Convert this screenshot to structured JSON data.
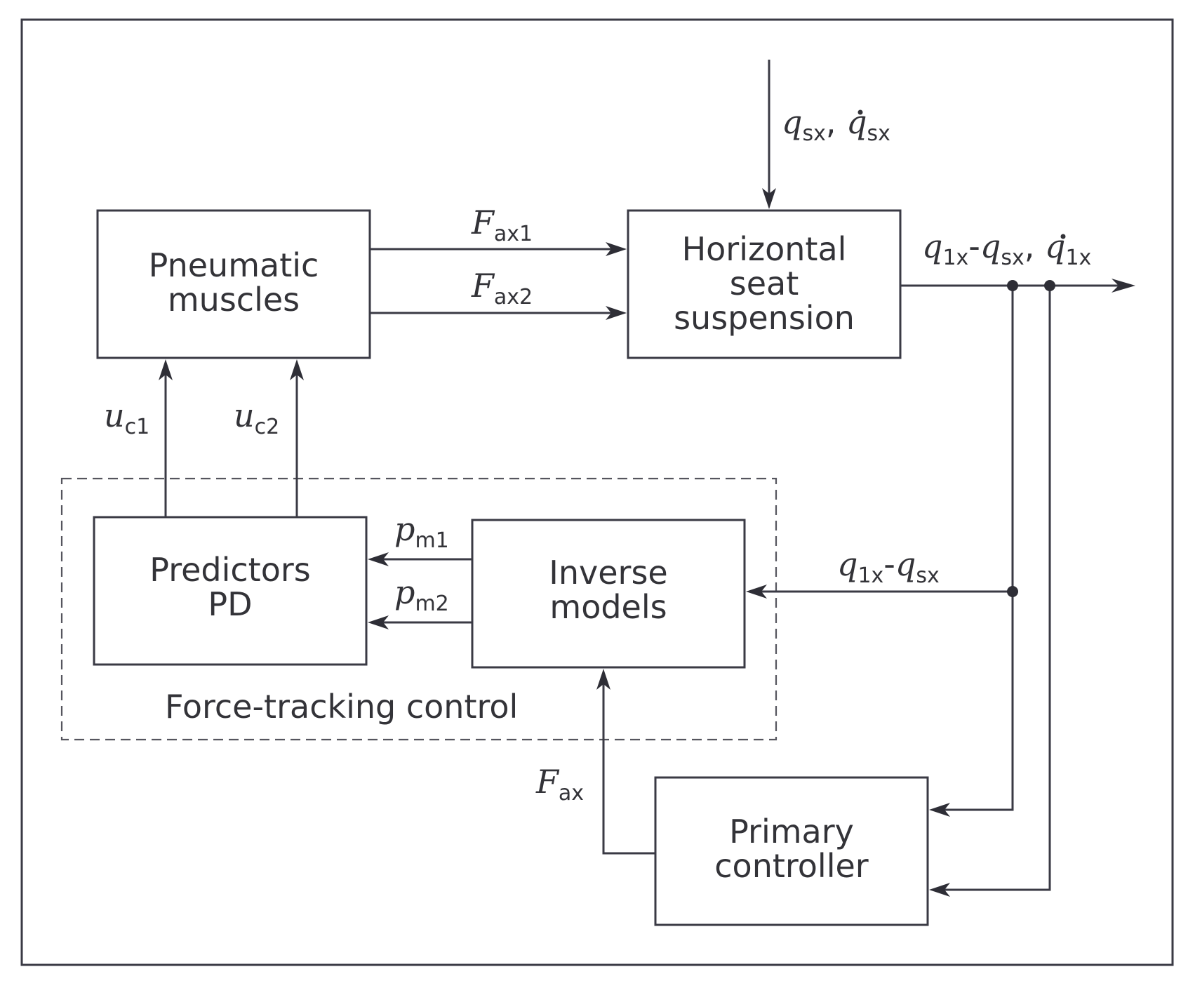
{
  "blocks": {
    "pneumatic_muscles": [
      "Pneumatic",
      "muscles"
    ],
    "horizontal_seat_suspension": [
      "Horizontal",
      "seat",
      "suspension"
    ],
    "predictors_pd": [
      "Predictors",
      "PD"
    ],
    "inverse_models": [
      "Inverse",
      "models"
    ],
    "primary_controller": [
      "Primary",
      "controller"
    ]
  },
  "group_label": "Force-tracking control",
  "signals": {
    "qsx": {
      "var1": "q",
      "sub1": "sx",
      "sep": ", ",
      "var2": "q",
      "sub2": "sx"
    },
    "fax1": {
      "var": "F",
      "sub": "ax1"
    },
    "fax2": {
      "var": "F",
      "sub": "ax2"
    },
    "output": {
      "var1": "q",
      "sub1": "1x",
      "dash": "-",
      "var2": "q",
      "sub2": "sx",
      "sep": ", ",
      "var3": "q",
      "sub3": "1x"
    },
    "uc1": {
      "var": "u",
      "sub": "c1"
    },
    "uc2": {
      "var": "u",
      "sub": "c2"
    },
    "pm1": {
      "var": "p",
      "sub": "m1"
    },
    "pm2": {
      "var": "p",
      "sub": "m2"
    },
    "feedback": {
      "var1": "q",
      "sub1": "1x",
      "dash": "-",
      "var2": "q",
      "sub2": "sx"
    },
    "fax": {
      "var": "F",
      "sub": "ax"
    }
  }
}
